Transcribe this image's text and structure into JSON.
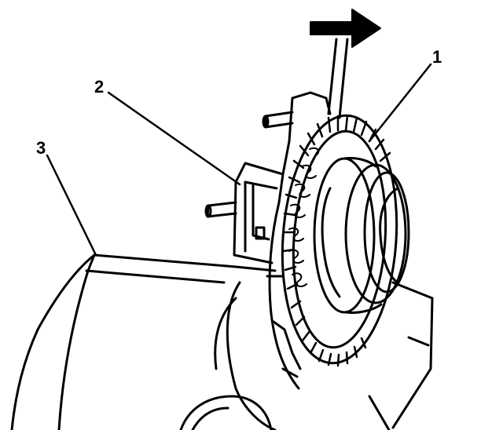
{
  "diagram": {
    "callouts": [
      {
        "id": "1",
        "label": "1"
      },
      {
        "id": "2",
        "label": "2"
      },
      {
        "id": "3",
        "label": "3"
      }
    ],
    "ink_color": "#000000",
    "paper_color": "#ffffff"
  }
}
